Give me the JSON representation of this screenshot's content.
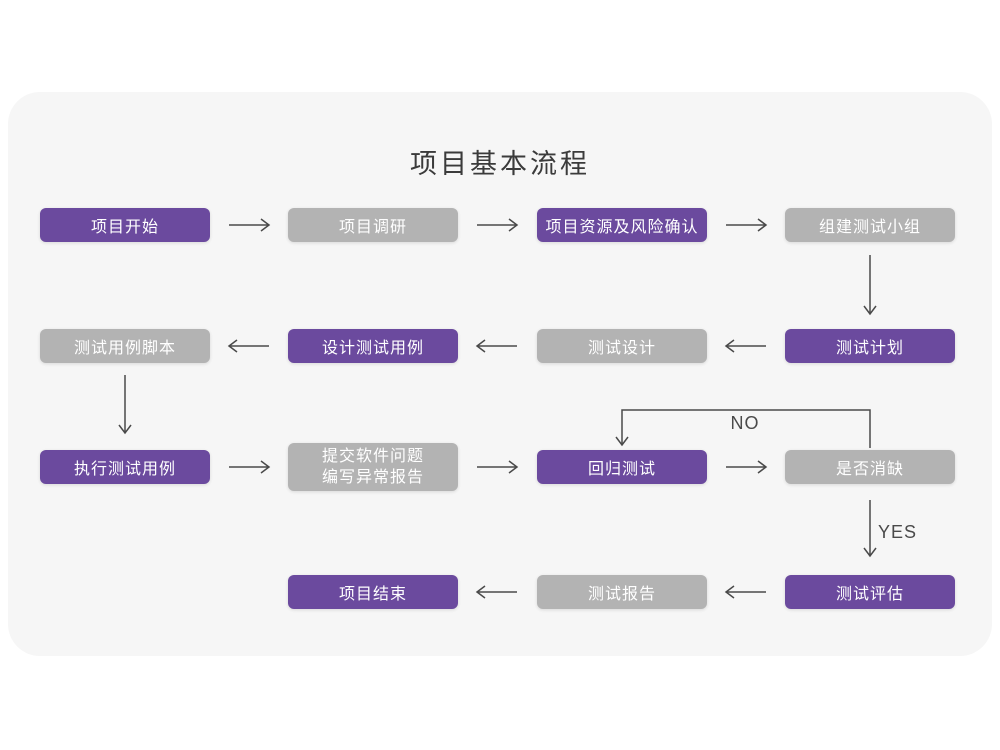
{
  "title": "项目基本流程",
  "colors": {
    "purple": "#6b4a9e",
    "gray": "#b3b3b3",
    "card_bg": "#f6f6f6",
    "page_bg": "#ffffff",
    "arrow": "#4a4a4a",
    "title_text": "#3b3b3b",
    "node_text": "#ffffff"
  },
  "nodes": [
    {
      "id": "project-start",
      "label": "项目开始",
      "style": "purple"
    },
    {
      "id": "project-research",
      "label": "项目调研",
      "style": "gray"
    },
    {
      "id": "resources-risk",
      "label": "项目资源及风险确认",
      "style": "purple"
    },
    {
      "id": "build-test-team",
      "label": "组建测试小组",
      "style": "gray"
    },
    {
      "id": "test-case-script",
      "label": "测试用例脚本",
      "style": "gray"
    },
    {
      "id": "design-test-case",
      "label": "设计测试用例",
      "style": "purple"
    },
    {
      "id": "test-design",
      "label": "测试设计",
      "style": "gray"
    },
    {
      "id": "test-plan",
      "label": "测试计划",
      "style": "purple"
    },
    {
      "id": "execute-test-case",
      "label": "执行测试用例",
      "style": "purple"
    },
    {
      "id": "submit-issues",
      "line1": "提交软件问题",
      "line2": "编写异常报告",
      "style": "gray"
    },
    {
      "id": "regression-test",
      "label": "回归测试",
      "style": "purple"
    },
    {
      "id": "defect-cleared",
      "label": "是否消缺",
      "style": "gray"
    },
    {
      "id": "project-end",
      "label": "项目结束",
      "style": "purple"
    },
    {
      "id": "test-report",
      "label": "测试报告",
      "style": "gray"
    },
    {
      "id": "test-evaluation",
      "label": "测试评估",
      "style": "purple"
    }
  ],
  "edge_labels": {
    "no": "NO",
    "yes": "YES"
  }
}
